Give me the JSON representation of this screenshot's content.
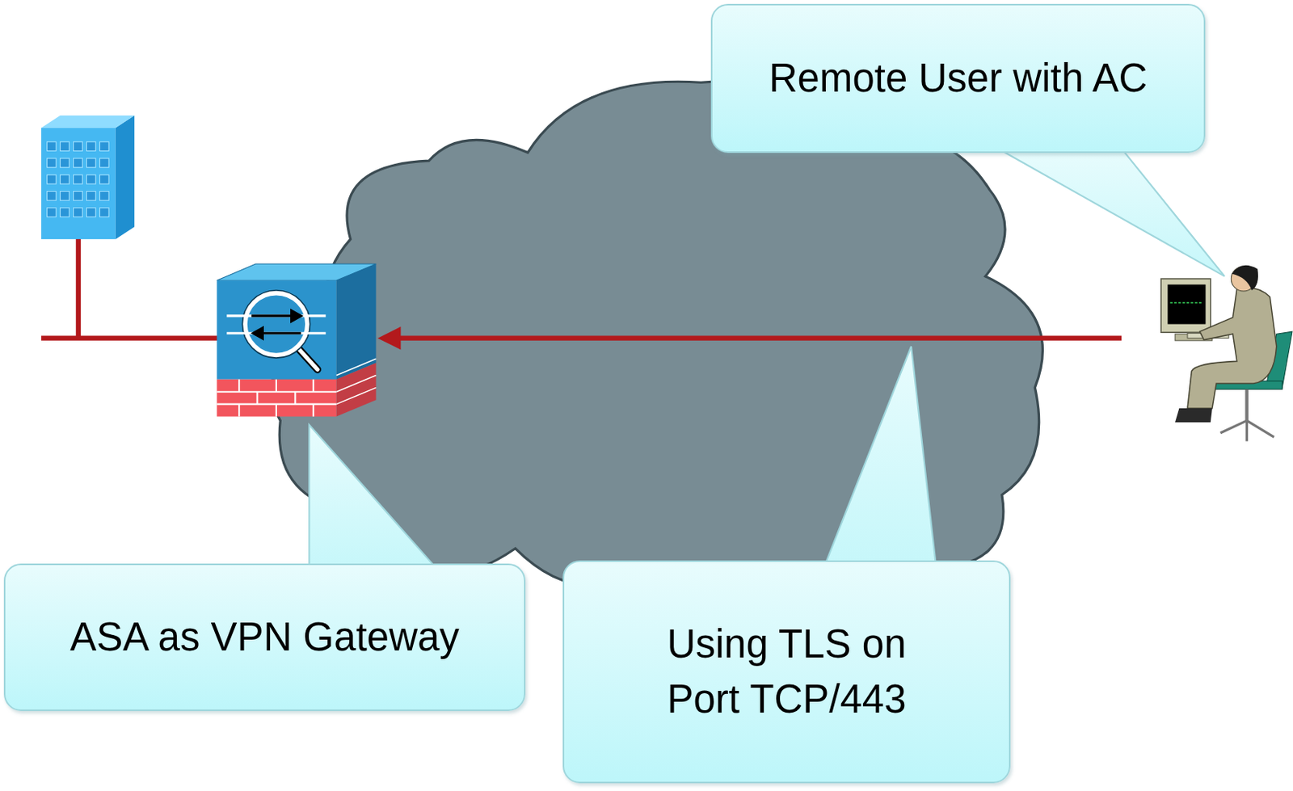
{
  "diagram": {
    "nodes": [
      {
        "text": [
          "Remote User with AC"
        ]
      },
      {
        "text": [
          "ASA as VPN Gateway"
        ]
      },
      {
        "text": [
          "Using TLS on Port TCP/443"
        ]
      }
    ]
  }
}
